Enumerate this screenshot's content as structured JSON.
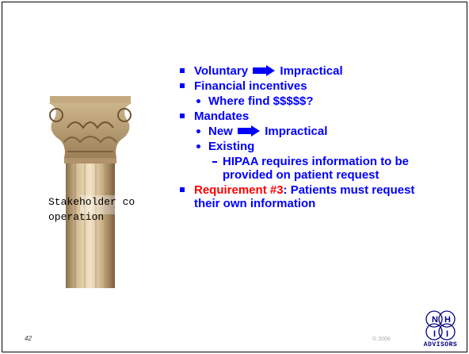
{
  "column": {
    "caption": "Stakeholder cooperation",
    "icon": "corinthian-column-icon"
  },
  "bullets": [
    {
      "level": 1,
      "text_before": "Voluntary",
      "arrow": true,
      "text_after": "Impractical"
    },
    {
      "level": 1,
      "text": "Financial incentives"
    },
    {
      "level": 2,
      "text": "Where find $$$$$?"
    },
    {
      "level": 1,
      "text": "Mandates"
    },
    {
      "level": 2,
      "text_before": "New",
      "arrow": true,
      "text_after": "Impractical"
    },
    {
      "level": 2,
      "text": "Existing"
    },
    {
      "level": 3,
      "text": "HIPAA requires information to be provided on patient request"
    },
    {
      "level": 1,
      "label": "Requirement #3",
      "text": ": Patients must request their own information"
    }
  ],
  "footer": {
    "page_number": "42",
    "copyright": "© 2006"
  },
  "logo": {
    "letters": [
      "N",
      "H",
      "I",
      "I"
    ],
    "text": "ADVISORS"
  },
  "colors": {
    "bullet_text": "#0000ff",
    "requirement_label": "#ff0000",
    "logo": "#000080"
  }
}
